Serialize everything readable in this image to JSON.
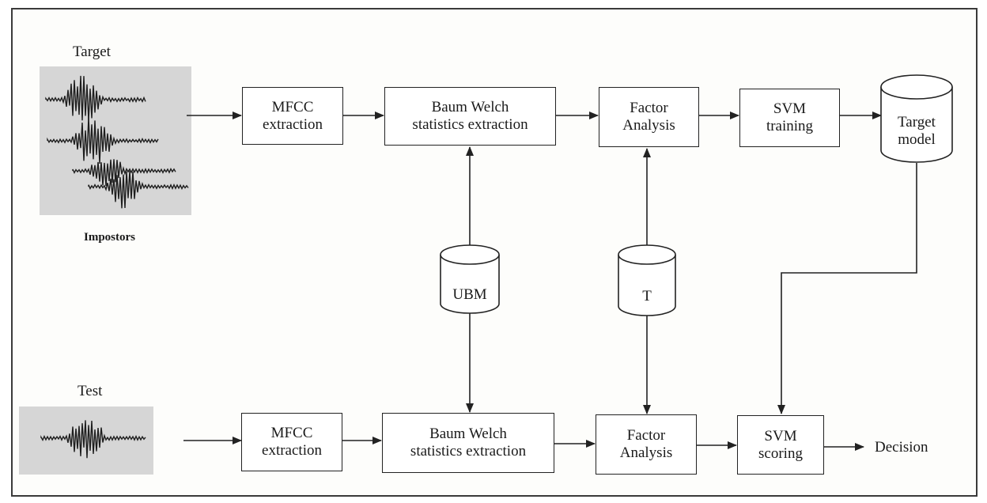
{
  "labels": {
    "target": "Target",
    "impostors": "Impostors",
    "test": "Test",
    "decision": "Decision"
  },
  "top_row": {
    "mfcc": "MFCC\nextraction",
    "baum_welch": "Baum Welch\nstatistics extraction",
    "factor_analysis": "Factor\nAnalysis",
    "svm": "SVM\ntraining",
    "target_model": "Target\nmodel"
  },
  "bottom_row": {
    "mfcc": "MFCC\nextraction",
    "baum_welch": "Baum Welch\nstatistics extraction",
    "factor_analysis": "Factor\nAnalysis",
    "svm": "SVM\nscoring"
  },
  "databases": {
    "ubm": "UBM",
    "t": "T"
  },
  "colors": {
    "line": "#222222",
    "panel": "#d6d6d6",
    "waveform": "#1e1e1e"
  }
}
